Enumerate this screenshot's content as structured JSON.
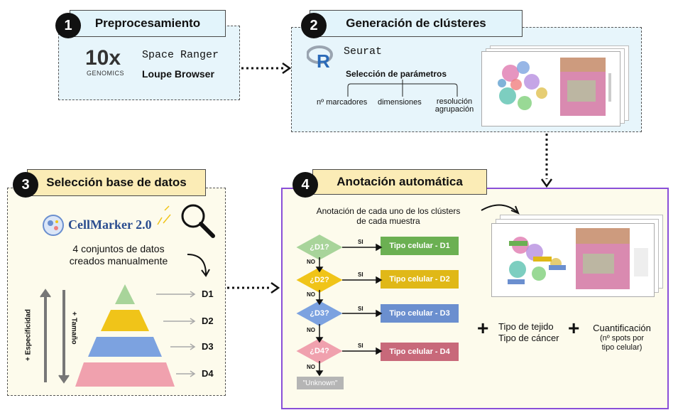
{
  "step1": {
    "number": "1",
    "title": "Preprocesamiento",
    "logo_main": "10x",
    "logo_sub": "GENOMICS",
    "tool1": "Space Ranger",
    "tool2": "Loupe Browser"
  },
  "step2": {
    "number": "2",
    "title": "Generación de clústeres",
    "tool": "Seurat",
    "params_title": "Selección de parámetros",
    "param1": "nº marcadores",
    "param2": "dimensiones",
    "param3_line1": "resolución",
    "param3_line2": "agrupación"
  },
  "step3": {
    "number": "3",
    "title": "Selección base de datos",
    "db_name": "CellMarker 2.0",
    "desc_line1": "4 conjuntos de datos",
    "desc_line2": "creados manualmente",
    "axis_left": "+ Especificidad",
    "axis_right": "+ Tamaño",
    "levels": [
      "D1",
      "D2",
      "D3",
      "D4"
    ]
  },
  "step4": {
    "number": "4",
    "title": "Anotación automática",
    "desc_line1": "Anotación de cada uno de los clústers",
    "desc_line2": "de cada muestra",
    "questions": [
      "¿D1?",
      "¿D2?",
      "¿D3?",
      "¿D4?"
    ],
    "yes": "SI",
    "no": "NO",
    "outcomes": [
      "Tipo celular - D1",
      "Tipo celular - D2",
      "Tipo celular - D3",
      "Tipo celular - D4"
    ],
    "unknown": "\"Unknown\"",
    "plus1_line1": "Tipo de tejido",
    "plus1_line2": "Tipo de cáncer",
    "plus2_line1": "Cuantificación",
    "plus2_line2": "(nº spots por",
    "plus2_line3": "tipo celular)"
  },
  "colors": {
    "d1": "#a8d49a",
    "d2": "#f0c419",
    "d3": "#7ca2e0",
    "d4": "#f0a1ae",
    "out1": "#6bb052",
    "out2": "#e0b817",
    "out3": "#6b8fcf",
    "out4": "#c8697a",
    "accent": "#8a4fd8"
  }
}
